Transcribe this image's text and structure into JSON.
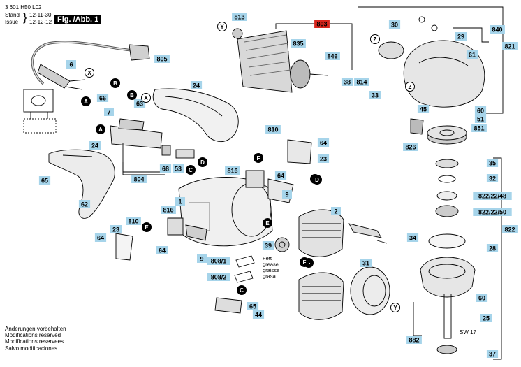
{
  "header": {
    "doc_number": "3 601 H50 L02",
    "stand_label": "Stand",
    "issue_label": "Issue",
    "stand_date": "12-11-30",
    "issue_date": "12-12-12",
    "figure_title": "Fig. /Abb. 1"
  },
  "footer": {
    "notes": [
      "Änderungen vorbehalten",
      "Modifications reserved",
      "Modifications reservees",
      "Salvo modificaciones"
    ]
  },
  "colors": {
    "label_fill": "#a6d4ea",
    "highlight_fill": "#d8271e",
    "line": "#000000"
  },
  "parts": [
    {
      "num": "805"
    },
    {
      "num": "6"
    },
    {
      "num": "66"
    },
    {
      "num": "63"
    },
    {
      "num": "7"
    },
    {
      "num": "24"
    },
    {
      "num": "24"
    },
    {
      "num": "65"
    },
    {
      "num": "62"
    },
    {
      "num": "68"
    },
    {
      "num": "53"
    },
    {
      "num": "804"
    },
    {
      "num": "813"
    },
    {
      "num": "803"
    },
    {
      "num": "835"
    },
    {
      "num": "846"
    },
    {
      "num": "38"
    },
    {
      "num": "814"
    },
    {
      "num": "33"
    },
    {
      "num": "30"
    },
    {
      "num": "840"
    },
    {
      "num": "29"
    },
    {
      "num": "821"
    },
    {
      "num": "61"
    },
    {
      "num": "60"
    },
    {
      "num": "51"
    },
    {
      "num": "851"
    },
    {
      "num": "45"
    },
    {
      "num": "826"
    },
    {
      "num": "810"
    },
    {
      "num": "64"
    },
    {
      "num": "23"
    },
    {
      "num": "816"
    },
    {
      "num": "64"
    },
    {
      "num": "9"
    },
    {
      "num": "1"
    },
    {
      "num": "2"
    },
    {
      "num": "810"
    },
    {
      "num": "816"
    },
    {
      "num": "23"
    },
    {
      "num": "64"
    },
    {
      "num": "64"
    },
    {
      "num": "9"
    },
    {
      "num": "808/1"
    },
    {
      "num": "808/2"
    },
    {
      "num": "39"
    },
    {
      "num": "31"
    },
    {
      "num": "65"
    },
    {
      "num": "44"
    },
    {
      "num": "35"
    },
    {
      "num": "32"
    },
    {
      "num": "822/22/48"
    },
    {
      "num": "822/22/50"
    },
    {
      "num": "822"
    },
    {
      "num": "34"
    },
    {
      "num": "28"
    },
    {
      "num": "60"
    },
    {
      "num": "25"
    },
    {
      "num": "882"
    },
    {
      "num": "37"
    }
  ],
  "letter_markers": [
    "X",
    "B",
    "A",
    "X",
    "B",
    "A",
    "C",
    "D",
    "Y",
    "Z",
    "Z",
    "F",
    "D",
    "F",
    "E",
    "E",
    "D",
    "F",
    "C",
    "Y"
  ],
  "annotations": {
    "fett": [
      "Fett",
      "grease",
      "graisse",
      "grasa"
    ],
    "sw17": "SW 17"
  }
}
